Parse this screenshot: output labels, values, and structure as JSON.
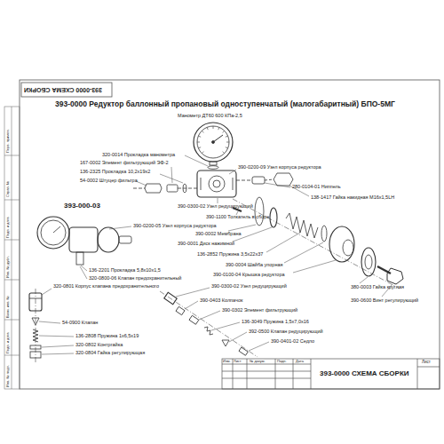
{
  "diagram": {
    "title": "393-0000 Редуктор баллонный пропановый одноступенчатый (малогабаритный) БПО-5МГ",
    "labels": [
      "393-0000 СХЕМА СБОРКИ",
      "Манометр ДТ60 600 КПа-2,5",
      "320-0014 Прокладка манометра",
      "390-0200-09 Узел корпуса редуктора",
      "167-0002 Элемент фильтрующий ЭФ-2",
      "136-2325 Прокладка 10,2x19x2",
      "54-0002 Штуцер фильтра",
      "280-0104-01 Ниппель",
      "138-1417 Гайка накидная М16x1,5LH",
      "393-000-03",
      "390-0300-02 Узел редуцирующий",
      "390-1100 Толкатель в сборе",
      "390-0200-05 Узел корпуса редуктора",
      "390-0002 Мембрана",
      "390-0001 Диск нажимной",
      "136-2852 Пружина 3,5x22x37",
      "390-0004 Шайба упорная",
      "390-0100-04 Крышка редуктора",
      "380-0003 Гайка круглая",
      "390-0600 Винт регулирующий",
      "136-2201 Прокладка 5,8x10x1,5",
      "320-0800-06 Клапан предохранительный",
      "320-0801 Корпус клапана предохранительного",
      "390-0300-02 Узел редуцирующий",
      "390-0403 Колпачок",
      "390-0302 Элемент фильтрующий",
      "136-3049 Пружина 1,5x7,0x16",
      "392-0500 Клапан редуцирующий",
      "390-0401-02 Седло",
      "54-0900 Клапан",
      "136-2808 Пружина 1x6,5x19",
      "320-0802 Контргайка",
      "320-0804 Гайка регулирующая",
      "Изм.",
      "Лист",
      "№ докум.",
      "Подп.",
      "Дата",
      "393-0000 СХЕМА СБОРКИ",
      "Лист",
      "Перв. примен.",
      "Справ. №",
      "Подп. и дата",
      "Инв. № дубл.",
      "Взам. инв. №",
      "Подп. и дата",
      "Инв. № подл."
    ]
  }
}
